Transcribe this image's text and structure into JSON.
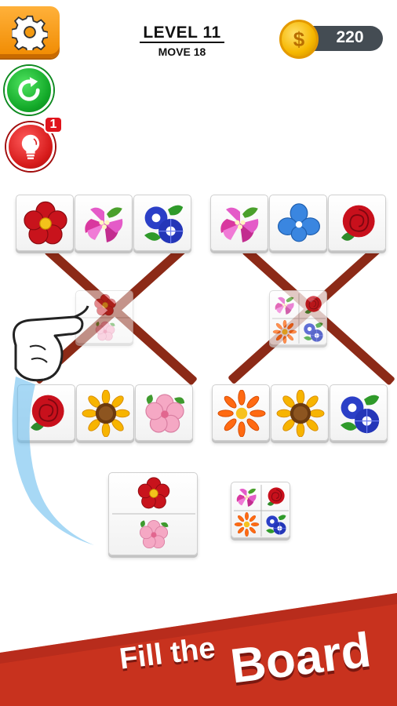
{
  "header": {
    "level": "LEVEL 11",
    "move": "MOVE 18"
  },
  "coins": {
    "symbol": "$",
    "value": "220"
  },
  "hint": {
    "badge": "1"
  },
  "icons": {
    "settings": "gear-icon",
    "restart": "refresh-icon",
    "hint": "lightbulb-icon",
    "coin": "coin-icon",
    "hand": "pointing-hand-icon"
  },
  "colors": {
    "stick": "#8c2a17",
    "banner": "#c8321e",
    "settings": "#f39a12",
    "restart": "#16ad2b",
    "hint": "#d71d1d"
  },
  "board": {
    "left_group": {
      "top_row": [
        "red-flower",
        "pink-bougainvillea",
        "blue-morning-glory"
      ],
      "bottom_row": [
        "red-rose",
        "sunflower",
        "pink-blossom"
      ],
      "center_tile": [
        "red-flower",
        "pink-blossom"
      ]
    },
    "right_group": {
      "top_row": [
        "pink-bougainvillea",
        "blue-flower",
        "red-rose"
      ],
      "bottom_row": [
        "orange-gerbera",
        "sunflower",
        "blue-morning-glory"
      ],
      "center_tile": [
        "pink-bougainvillea",
        "red-rose",
        "orange-gerbera",
        "blue-morning-glory"
      ]
    },
    "tray": [
      [
        "red-flower",
        "pink-blossom"
      ],
      [
        "pink-bougainvillea",
        "red-rose",
        "orange-gerbera",
        "blue-morning-glory"
      ]
    ]
  },
  "banner": {
    "line1": "Fill the",
    "line2": "Board"
  }
}
